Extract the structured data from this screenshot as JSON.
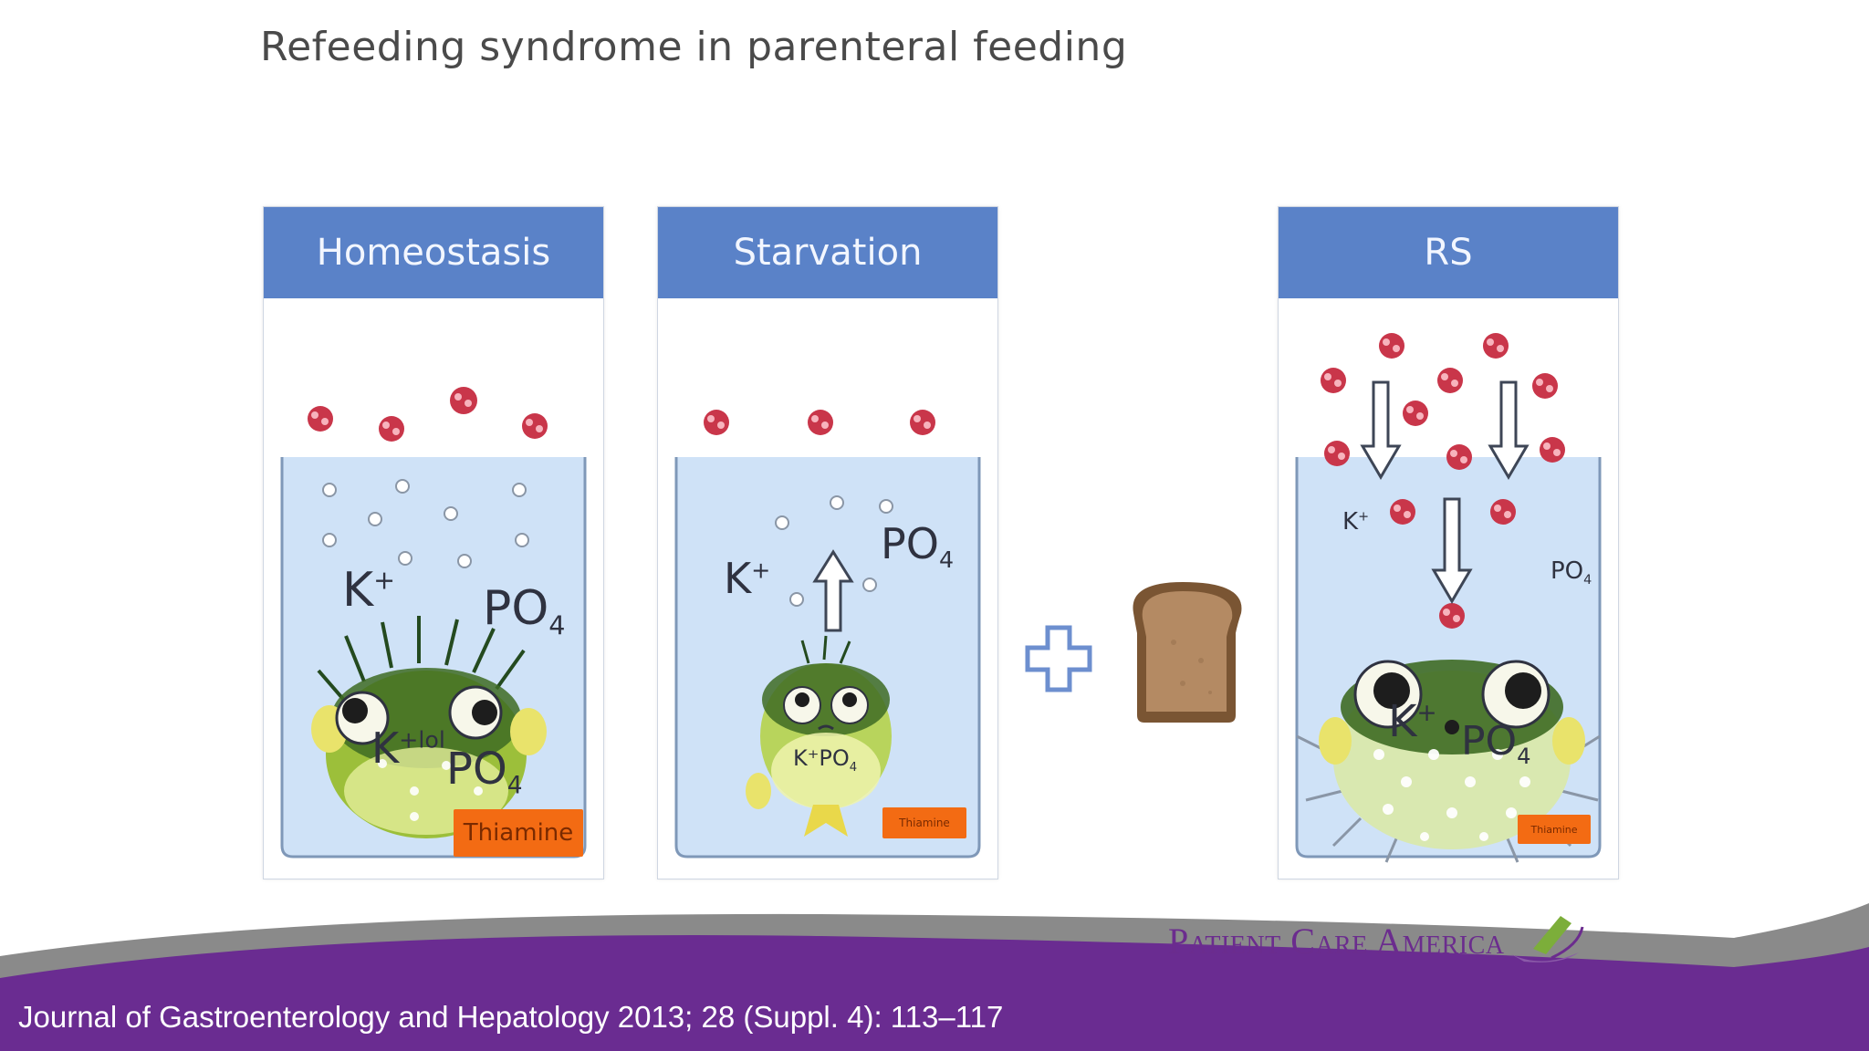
{
  "slide": {
    "title": "Refeeding syndrome in parenteral feeding"
  },
  "panels": [
    {
      "header": "Homeostasis",
      "ion_k": "K",
      "ion_k_charge": "+",
      "ion_k_inside": "K",
      "ion_k_inside_charge": "+lol",
      "ion_po": "PO",
      "ion_po_sub": "4",
      "ion_po_inside": "PO",
      "ion_po_inside_sub": "4",
      "tank_label": "Thiamine"
    },
    {
      "header": "Starvation",
      "ion_k": "K",
      "ion_k_charge": "+",
      "ion_po": "PO",
      "ion_po_sub": "4",
      "fish_label": "K⁺PO",
      "fish_label_sub": "4",
      "tank_label": "Thiamine"
    },
    {
      "header": "RS",
      "ion_k": "K",
      "ion_k_charge": "+",
      "ion_po": "PO",
      "ion_po_sub": "4",
      "fish_k": "K",
      "fish_k_charge": "+",
      "fish_po": "PO",
      "fish_po_sub": "4",
      "tank_label": "Thiamine"
    }
  ],
  "footer": {
    "citation": "Journal of Gastroenterology and Hepatology 2013; 28 (Suppl. 4): 113–117",
    "logo_text": "Patient Care America"
  },
  "icons": {
    "plus": "plus-icon",
    "bread": "bread-icon",
    "meat": "meat-icon",
    "fish": "pufferfish-icon",
    "arrow": "arrow-icon",
    "logo_mark": "logo-swoosh-icon"
  },
  "colors": {
    "header_blue": "#5a82c8",
    "water": "#cfe2f7",
    "thiamine_orange": "#f36b13",
    "footer_purple": "#6a2c91",
    "footer_gray": "#8a8a8a"
  }
}
